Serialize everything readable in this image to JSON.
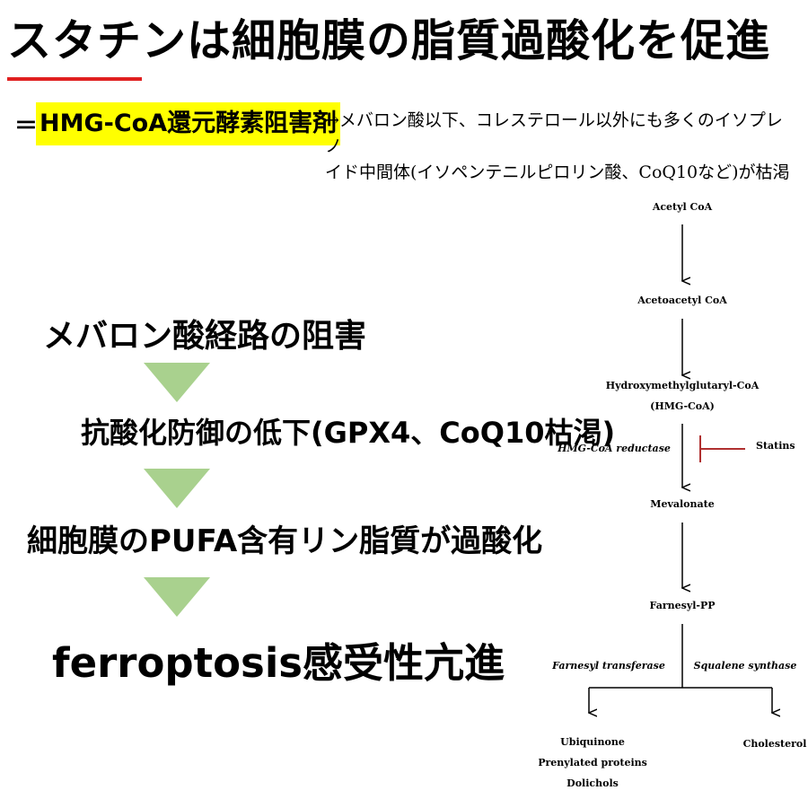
{
  "title": "スタチンは細胞膜の脂質過酸化を促進",
  "subtitle": {
    "equal_mark": "＝",
    "highlight_text": "HMG-CoA還元酵素阻害剤",
    "note_line1": "→メバロン酸以下、コレステロール以外にも多くのイソプレノ",
    "note_line2": "イド中間体(イソペンテニルピロリン酸、CoQ10など)が枯渇"
  },
  "flow": {
    "step1": "メバロン酸経路の阻害",
    "step2": "抗酸化防御の低下(GPX4、CoQ10枯渇)",
    "step3": "細胞膜のPUFA含有リン脂質が過酸化",
    "step4": "ferroptosis感受性亢進"
  },
  "pathway": {
    "acetyl_coa": "Acetyl CoA",
    "acetoacetyl_coa": "Acetoacetyl CoA",
    "hmg_coa_line1": "Hydroxymethylglutaryl-CoA",
    "hmg_coa_line2": "(HMG-CoA)",
    "hmg_coa_reductase": "HMG-CoA reductase",
    "statins": "Statins",
    "mevalonate": "Mevalonate",
    "farnesyl_pp": "Farnesyl-PP",
    "farnesyl_transferase": "Farnesyl transferase",
    "squalene_synthase": "Squalene synthase",
    "ubiquinone": "Ubiquinone",
    "prenylated_proteins": "Prenylated proteins",
    "dolichols": "Dolichols",
    "cholesterol": "Cholesterol"
  },
  "colors": {
    "highlight_bg": "#ffff00",
    "underline": "#e02020",
    "triangle": "#a9d18e",
    "inhibitor": "#b03030"
  }
}
